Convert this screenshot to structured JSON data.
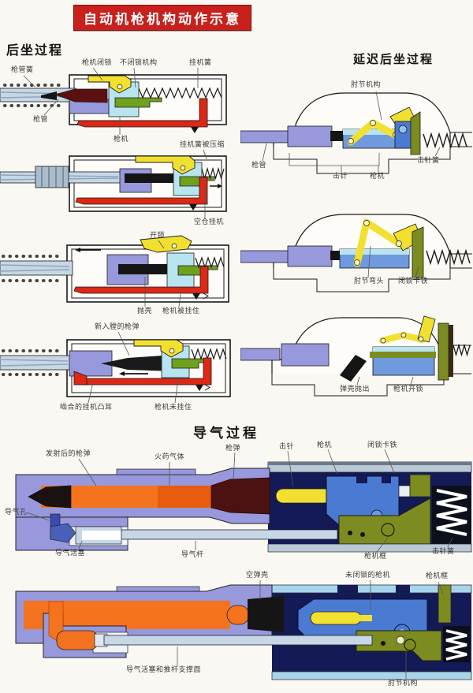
{
  "title": "自动机枪机构动作示意",
  "sections": {
    "recoil": {
      "heading": "后坐过程",
      "stages": [
        {
          "labels": {
            "bolt_locked": "枪机闭锁",
            "non_locking": "不闭锁机构",
            "sear_spring": "挂机簧",
            "barrel_spring": "枪管簧",
            "barrel": "枪管",
            "bolt": "枪机"
          }
        },
        {
          "labels": {
            "sear_spring_compressed": "挂机簧被压缩",
            "hold_open": "空仓挂机"
          }
        },
        {
          "labels": {
            "unlock": "开锁",
            "eject_case": "抛壳",
            "bolt_caught": "枪机被挂住"
          }
        },
        {
          "labels": {
            "new_round": "新入膛的枪弹",
            "engaged_lug": "啮合的挂机凸耳",
            "bolt_not_caught": "枪机未挂住"
          }
        }
      ]
    },
    "delayed": {
      "heading": "延迟后坐过程",
      "stages": [
        {
          "labels": {
            "toggle": "肘节机构",
            "barrel": "枪管",
            "firing_pin": "击针",
            "bolt": "枪机",
            "firing_pin_spring": "击针簧"
          }
        },
        {
          "labels": {
            "toggle_elbow": "肘节弯头",
            "locking_block": "闭锁卡铁"
          }
        },
        {
          "labels": {
            "case_ejected": "弹壳抛出",
            "bolt_unlocked": "枪机开锁"
          }
        }
      ]
    },
    "gas": {
      "heading": "导气过程",
      "stages": [
        {
          "labels": {
            "fired_round": "发射后的枪弹",
            "powder_gas": "火药气体",
            "round": "枪弹",
            "firing_pin": "击针",
            "bolt": "枪机",
            "locking_block": "闭锁卡铁",
            "gas_port": "导气孔",
            "gas_piston": "导气活塞",
            "gas_rod": "导气杆",
            "bolt_carrier": "枪机框",
            "firing_pin_spring": "击针簧"
          }
        },
        {
          "labels": {
            "empty_case": "空弹壳",
            "unlocked_bolt": "未闭锁的枪机",
            "bolt_carrier": "枪机框",
            "piston_support": "导气活塞和推杆支撑面",
            "toggle": "肘节机构"
          }
        }
      ]
    }
  },
  "colors": {
    "banner_bg": "#c8201c",
    "banner_text": "#ffffff",
    "yellow": "#f2e030",
    "cyan": "#b8e4f0",
    "periwinkle": "#9898dc",
    "blue": "#4a7ad2",
    "navy": "#141a56",
    "olive": "#7c8c20",
    "green": "#6fa01e",
    "red": "#dd2815",
    "maroon": "#4c1212",
    "orange": "#f4731e",
    "steel": "#c7d7e6"
  }
}
